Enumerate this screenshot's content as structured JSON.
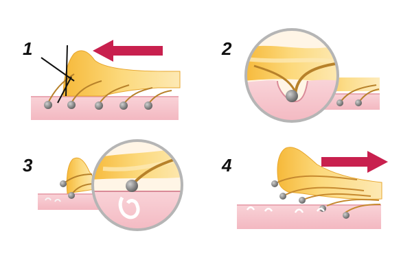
{
  "steps": [
    {
      "number": "1",
      "arrow": "left"
    },
    {
      "number": "2",
      "arrow": "none"
    },
    {
      "number": "3",
      "arrow": "none"
    },
    {
      "number": "4",
      "arrow": "right"
    }
  ],
  "colors": {
    "skin": "#f7c9cf",
    "skin_edge": "#e49aa6",
    "wax": "#f7c24a",
    "wax_light": "#fde3a0",
    "arrow": "#c8204e",
    "bulb": "#8a8a8a",
    "lens_ring": "#b5b5b5"
  }
}
